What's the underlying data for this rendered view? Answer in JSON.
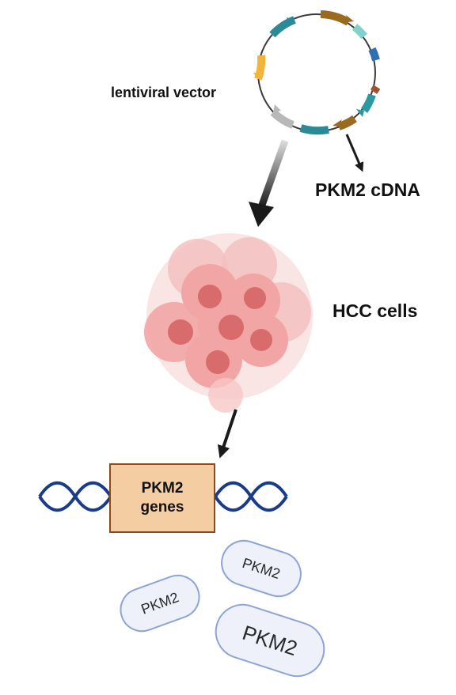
{
  "labels": {
    "vector": "lentiviral vector",
    "cdna": "PKM2 cDNA",
    "cells": "HCC cells",
    "gene_line1": "PKM2",
    "gene_line2": "genes"
  },
  "proteins": [
    "PKM2",
    "PKM2",
    "PKM2"
  ],
  "colors": {
    "plasmid_ring": "#3a3a3a",
    "teal": "#2b8a96",
    "brown": "#9a6a1f",
    "orange": "#f2b43a",
    "cyan": "#5fc6c0",
    "blue": "#2f6fb6",
    "cell_fill": "#f2a5a5",
    "cell_nucleus": "#d86b6b",
    "dna": "#1a3a8a",
    "gene_box": "#f4cda3",
    "pill_border": "#8ea3d6"
  },
  "icons": [
    "plasmid-icon",
    "hcc-cell-cluster-icon",
    "dna-helix-icon",
    "arrow-icon"
  ]
}
